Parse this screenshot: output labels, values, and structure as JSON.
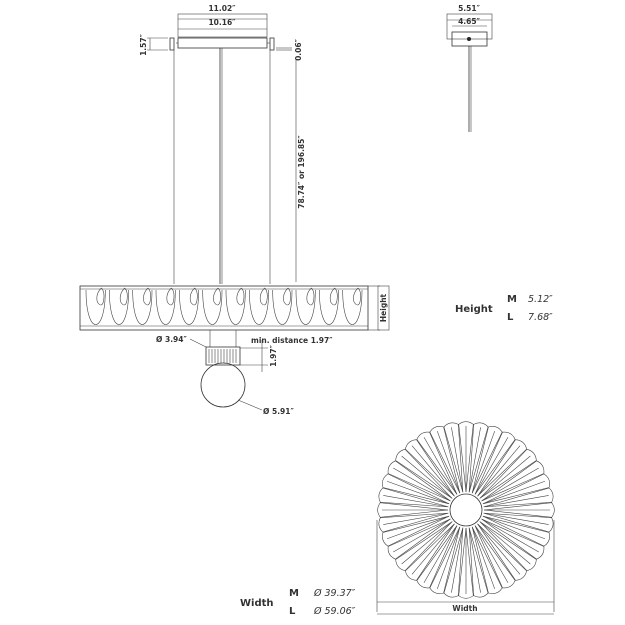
{
  "front_view": {
    "canopy_length_outer": "11.02″",
    "canopy_length_inner": "10.16″",
    "canopy_height": "1.57″",
    "canopy_gap": "0.06″",
    "cable_length": "78.74″ or 196.85″",
    "shade_height_label": "Height",
    "connector_diameter": "Ø 3.94″",
    "min_distance": "min. distance 1.97″",
    "socket_height": "1.97″",
    "bulb_diameter": "Ø 5.91″"
  },
  "side_view": {
    "canopy_width_outer": "5.51″",
    "canopy_width_inner": "4.65″"
  },
  "height_spec": {
    "label": "Height",
    "rows": [
      {
        "size": "M",
        "value": "5.12″"
      },
      {
        "size": "L",
        "value": "7.68″"
      }
    ]
  },
  "width_spec": {
    "label": "Width",
    "rows": [
      {
        "size": "M",
        "value": "Ø 39.37″"
      },
      {
        "size": "L",
        "value": "Ø 59.06″"
      }
    ]
  },
  "top_view": {
    "width_label": "Width",
    "petal_count": 36
  }
}
